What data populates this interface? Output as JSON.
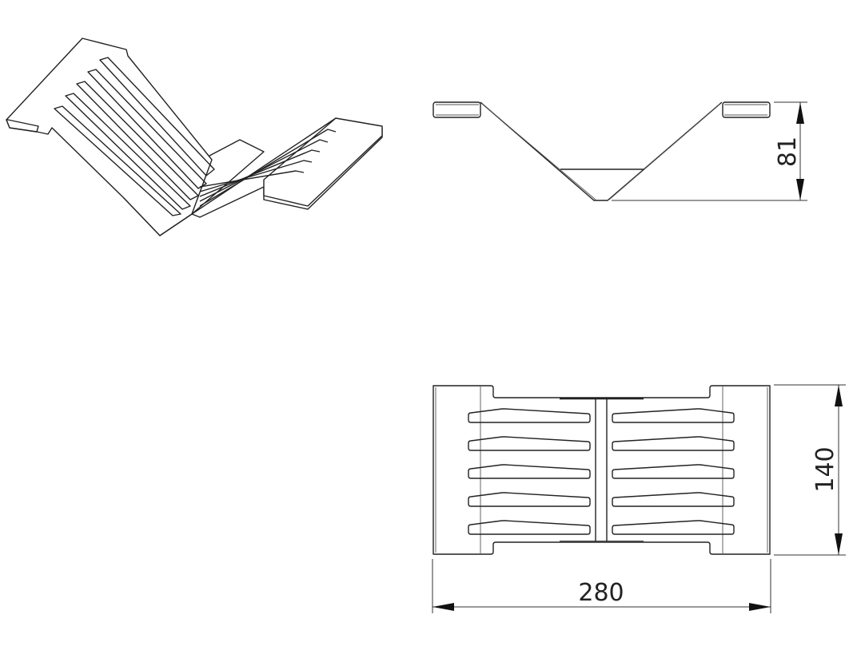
{
  "drawing": {
    "views": [
      "isometric",
      "front",
      "top"
    ],
    "dimensions": {
      "height": "81",
      "depth": "140",
      "width": "280"
    },
    "slat_rows_per_side": 5,
    "line_color": "#222222"
  }
}
